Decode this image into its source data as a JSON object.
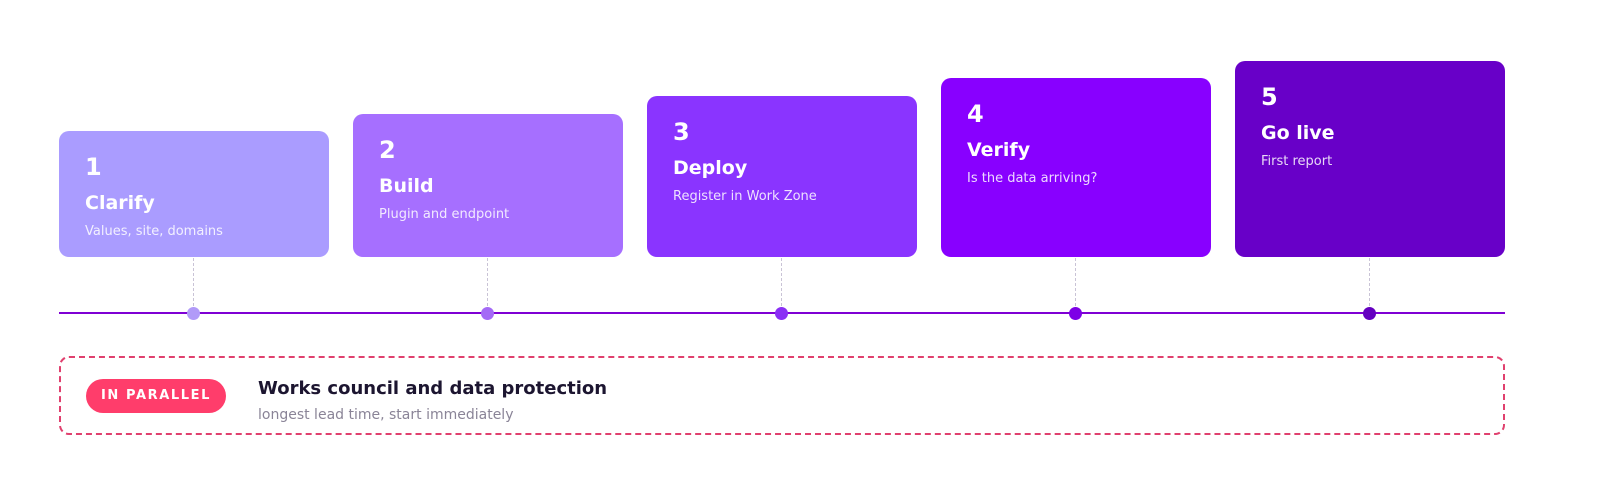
{
  "steps": [
    {
      "number": "1",
      "title": "Clarify",
      "desc": "Values, site, domains",
      "color": "#aa9cff",
      "dot_color": "#b19af8"
    },
    {
      "number": "2",
      "title": "Build",
      "desc": "Plugin and endpoint",
      "color": "#a66fff",
      "dot_color": "#a46af6"
    },
    {
      "number": "3",
      "title": "Deploy",
      "desc": "Register in Work Zone",
      "color": "#8a34ff",
      "dot_color": "#8a2ef5"
    },
    {
      "number": "4",
      "title": "Verify",
      "desc": "Is the data arriving?",
      "color": "#8800ff",
      "dot_color": "#7d00e6"
    },
    {
      "number": "5",
      "title": "Go live",
      "desc": "First report",
      "color": "#6800c8",
      "dot_color": "#6400c0"
    }
  ],
  "timeline_color": "#7f00d4",
  "parallel": {
    "badge": "IN PARALLEL",
    "title": "Works council and data protection",
    "subtitle": "longest lead time, start immediately",
    "badge_color": "#ff3d6b",
    "border_color": "#e0406e"
  }
}
